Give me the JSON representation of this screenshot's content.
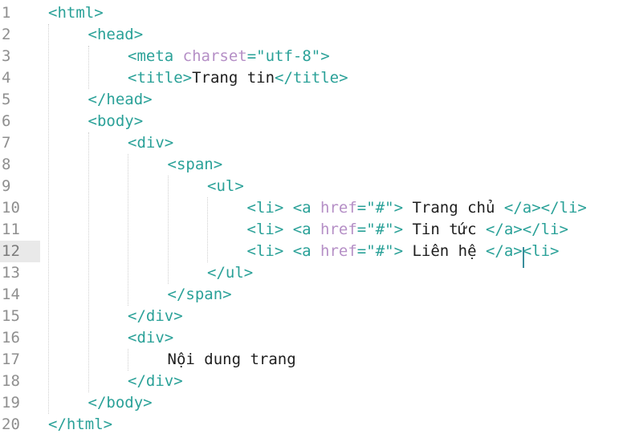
{
  "editor": {
    "active_line": 12,
    "line_numbers": [
      "1",
      "2",
      "3",
      "4",
      "5",
      "6",
      "7",
      "8",
      "9",
      "10",
      "11",
      "12",
      "13",
      "14",
      "15",
      "16",
      "17",
      "18",
      "19",
      "20"
    ],
    "lines": [
      {
        "indent": 0,
        "tokens": [
          [
            "tag",
            "<html>"
          ]
        ]
      },
      {
        "indent": 1,
        "tokens": [
          [
            "tag",
            "<head>"
          ]
        ]
      },
      {
        "indent": 2,
        "tokens": [
          [
            "tag",
            "<meta "
          ],
          [
            "attr",
            "charset"
          ],
          [
            "eq",
            "="
          ],
          [
            "str",
            "\"utf-8\""
          ],
          [
            "tag",
            ">"
          ]
        ]
      },
      {
        "indent": 2,
        "tokens": [
          [
            "tag",
            "<title>"
          ],
          [
            "txt",
            "Trang tin"
          ],
          [
            "tag",
            "</title>"
          ]
        ]
      },
      {
        "indent": 1,
        "tokens": [
          [
            "tag",
            "</head>"
          ]
        ]
      },
      {
        "indent": 1,
        "tokens": [
          [
            "tag",
            "<body>"
          ]
        ]
      },
      {
        "indent": 2,
        "tokens": [
          [
            "tag",
            "<div>"
          ]
        ]
      },
      {
        "indent": 3,
        "tokens": [
          [
            "tag",
            "<span>"
          ]
        ]
      },
      {
        "indent": 4,
        "tokens": [
          [
            "tag",
            "<ul>"
          ]
        ]
      },
      {
        "indent": 5,
        "tokens": [
          [
            "tag",
            "<li> "
          ],
          [
            "tag",
            "<a "
          ],
          [
            "attr",
            "href"
          ],
          [
            "eq",
            "="
          ],
          [
            "str",
            "\"#\""
          ],
          [
            "tag",
            ">"
          ],
          [
            "txt",
            " Trang chủ "
          ],
          [
            "tag",
            "</a></li>"
          ]
        ]
      },
      {
        "indent": 5,
        "tokens": [
          [
            "tag",
            "<li> "
          ],
          [
            "tag",
            "<a "
          ],
          [
            "attr",
            "href"
          ],
          [
            "eq",
            "="
          ],
          [
            "str",
            "\"#\""
          ],
          [
            "tag",
            ">"
          ],
          [
            "txt",
            " Tin tức "
          ],
          [
            "tag",
            "</a></li>"
          ]
        ]
      },
      {
        "indent": 5,
        "tokens": [
          [
            "tag",
            "<li> "
          ],
          [
            "tag",
            "<a "
          ],
          [
            "attr",
            "href"
          ],
          [
            "eq",
            "="
          ],
          [
            "str",
            "\"#\""
          ],
          [
            "tag",
            ">"
          ],
          [
            "txt",
            " Liên hệ "
          ],
          [
            "tag",
            "</a><li>"
          ]
        ]
      },
      {
        "indent": 4,
        "tokens": [
          [
            "tag",
            "</ul>"
          ]
        ]
      },
      {
        "indent": 3,
        "tokens": [
          [
            "tag",
            "</span>"
          ]
        ]
      },
      {
        "indent": 2,
        "tokens": [
          [
            "tag",
            "</div>"
          ]
        ]
      },
      {
        "indent": 2,
        "tokens": [
          [
            "tag",
            "<div>"
          ]
        ]
      },
      {
        "indent": 3,
        "tokens": [
          [
            "txt",
            "Nội dung trang"
          ]
        ]
      },
      {
        "indent": 2,
        "tokens": [
          [
            "tag",
            "</div>"
          ]
        ]
      },
      {
        "indent": 1,
        "tokens": [
          [
            "tag",
            "</body>"
          ]
        ]
      },
      {
        "indent": 0,
        "tokens": [
          [
            "tag",
            "</html>"
          ]
        ]
      }
    ]
  },
  "colors": {
    "tag": "#2aa198",
    "attribute": "#b58fc6",
    "text": "#1e1e1e",
    "line_number": "#8f8f8f",
    "active_line_bg": "#e9e9e9",
    "caret": "#3a8e9c"
  }
}
